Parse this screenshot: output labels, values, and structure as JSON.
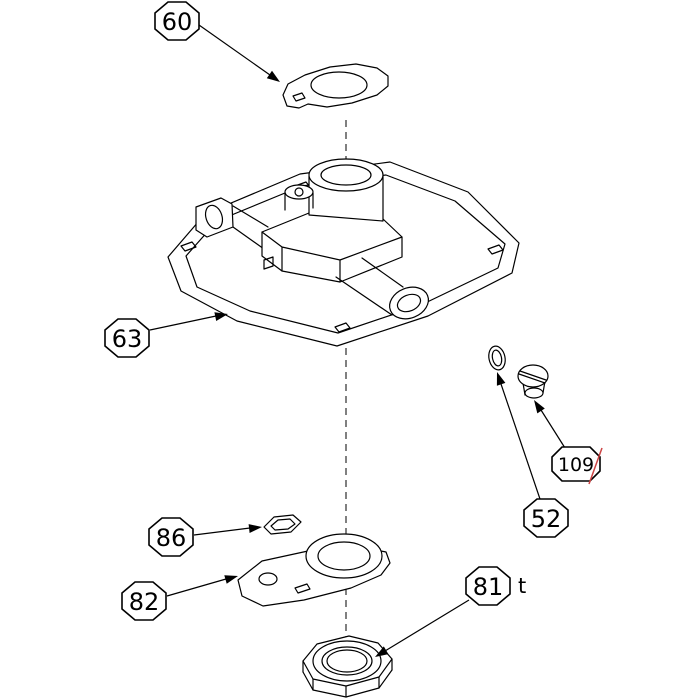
{
  "diagram": {
    "background_color": "#ffffff",
    "line_color": "#000000",
    "slash_color": "#cc4444",
    "callouts": [
      {
        "label": "60"
      },
      {
        "label": "63"
      },
      {
        "label": "86"
      },
      {
        "label": "82"
      },
      {
        "label": "81",
        "suffix": "t"
      },
      {
        "label": "52"
      },
      {
        "label": "109"
      }
    ]
  }
}
